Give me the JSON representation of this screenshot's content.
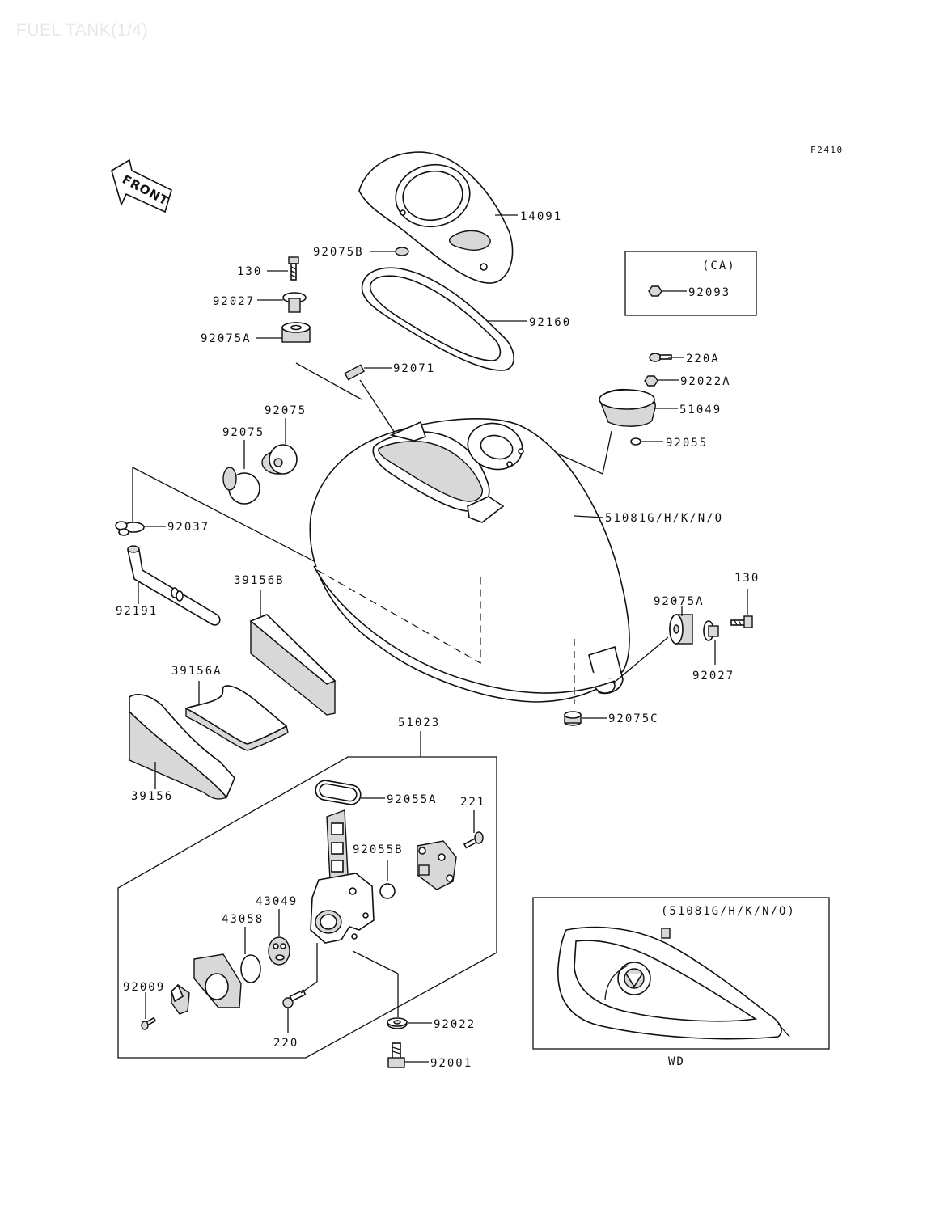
{
  "title": "FUEL TANK(1/4)",
  "figure_code": "F2410",
  "front_label": "FRONT",
  "ca_label": "(CA)",
  "wd_caption": "(51081G/H/K/N/O)",
  "wd_label": "WD",
  "parts": {
    "p14091": "14091",
    "p92075B": "92075B",
    "p130_top": "130",
    "p92027_top": "92027",
    "p92075A_top": "92075A",
    "p92160": "92160",
    "p92093": "92093",
    "p92071": "92071",
    "p220A": "220A",
    "p92022A": "92022A",
    "p51049": "51049",
    "p92075_a": "92075",
    "p92075_b": "92075",
    "p92055": "92055",
    "p92037": "92037",
    "p51081": "51081G/H/K/N/O",
    "p39156B": "39156B",
    "p92191": "92191",
    "p130_right": "130",
    "p92075A_right": "92075A",
    "p92027_right": "92027",
    "p39156A": "39156A",
    "p92075C": "92075C",
    "p51023": "51023",
    "p39156": "39156",
    "p92055A": "92055A",
    "p221": "221",
    "p92055B": "92055B",
    "p43049": "43049",
    "p43058": "43058",
    "p92009": "92009",
    "p220": "220",
    "p92022": "92022",
    "p92001": "92001"
  }
}
